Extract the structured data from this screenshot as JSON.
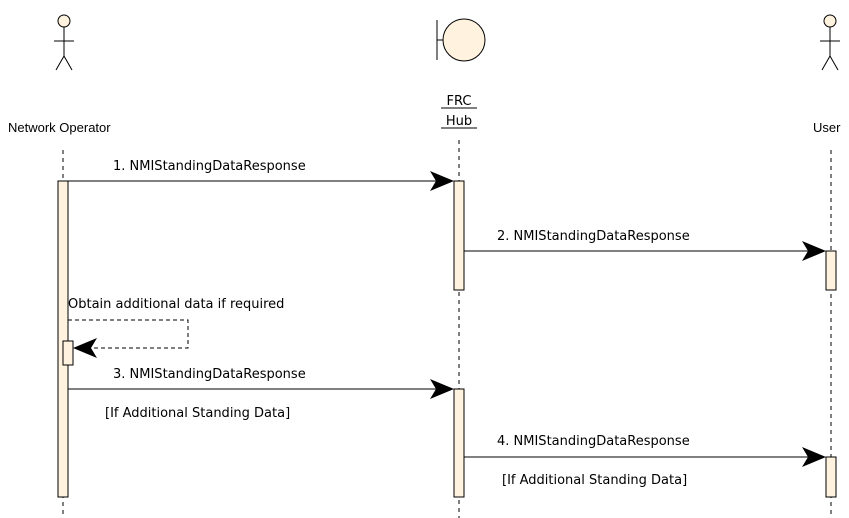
{
  "participants": {
    "network_operator": "Network Operator",
    "frc_hub_line1": "FRC",
    "frc_hub_line2": "Hub",
    "user": "User"
  },
  "messages": {
    "m1": "1. NMIStandingDataResponse",
    "m2": "2. NMIStandingDataResponse",
    "self": "Obtain additional data if required",
    "m3": "3. NMIStandingDataResponse",
    "m3_guard": "[If Additional Standing Data]",
    "m4": "4. NMIStandingDataResponse",
    "m4_guard": "[If Additional Standing Data]"
  },
  "colors": {
    "activation_fill": "#FFF2DF",
    "line": "#000000",
    "background": "#FFFFFF"
  }
}
